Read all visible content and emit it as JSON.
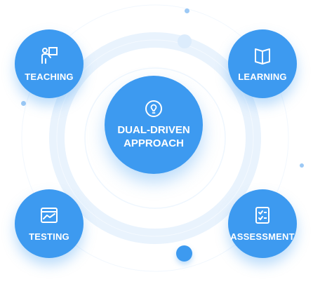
{
  "center": {
    "title_line1": "DUAL-DRIVEN",
    "title_line2": "APPROACH",
    "icon": "lightbulb-icon"
  },
  "nodes": [
    {
      "label": "TEACHING",
      "icon": "teacher-board-icon"
    },
    {
      "label": "LEARNING",
      "icon": "open-book-icon"
    },
    {
      "label": "TESTING",
      "icon": "chart-window-icon"
    },
    {
      "label": "ASSESSMENT",
      "icon": "checklist-icon"
    }
  ],
  "colors": {
    "accent": "#3d9af0",
    "ring": "#e8f2fd",
    "background": "#ffffff"
  }
}
